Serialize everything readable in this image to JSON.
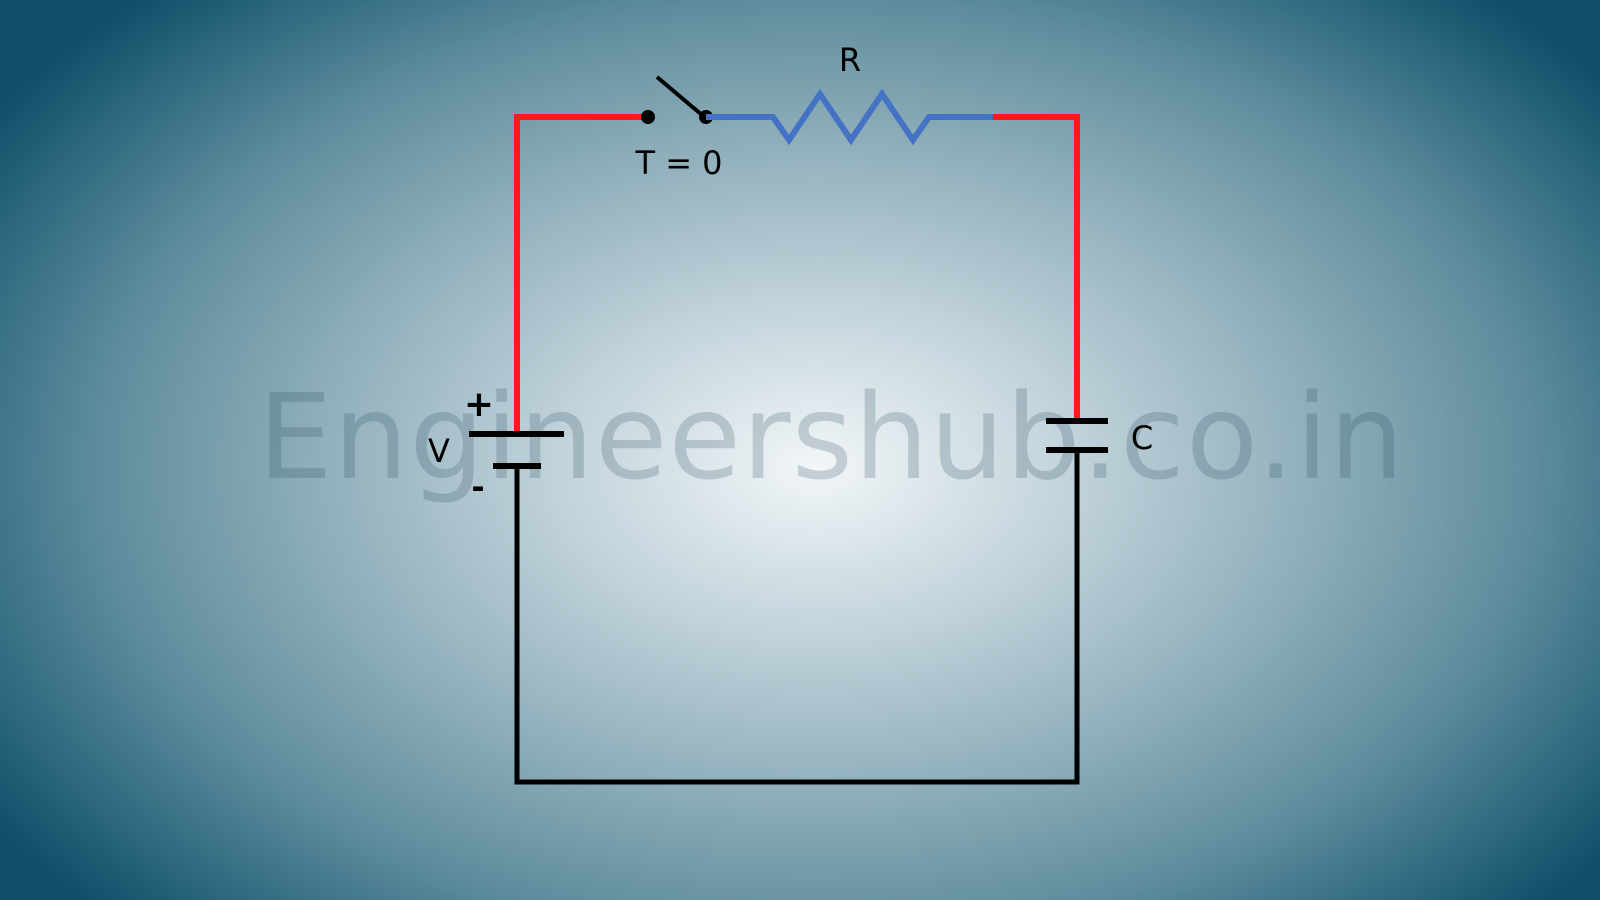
{
  "watermark": "Engineershub.co.in",
  "labels": {
    "resistor": "R",
    "switch": "T = 0",
    "source": "V",
    "source_plus": "+",
    "source_minus": "-",
    "capacitor": "C"
  },
  "colors": {
    "wire_top": "#ff1a1a",
    "resistor_segment": "#4472c4",
    "wire_bottom": "#000000"
  }
}
